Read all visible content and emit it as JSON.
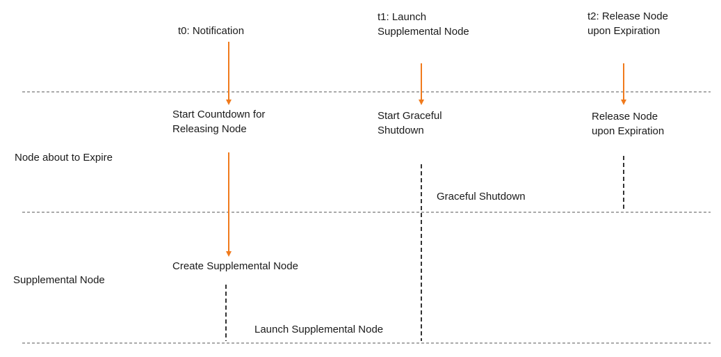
{
  "colors": {
    "arrow": "#f07a1c",
    "separator": "#555555",
    "marker": "#333333",
    "text": "#1a1a1a"
  },
  "events": {
    "t0": "t0: Notification",
    "t1": [
      "t1: Launch",
      "Supplemental Node"
    ],
    "t2": [
      "t2: Release Node",
      "upon Expiration"
    ]
  },
  "lanes": {
    "node_about_to_expire": "Node about to Expire",
    "supplemental_node": "Supplemental Node"
  },
  "actions": {
    "start_countdown": [
      "Start Countdown for",
      "Releasing Node"
    ],
    "start_graceful_shutdown": [
      "Start Graceful",
      "Shutdown"
    ],
    "release_node": [
      "Release Node",
      "upon Expiration"
    ],
    "create_supplemental_node": "Create Supplemental Node"
  },
  "phases": {
    "graceful_shutdown": "Graceful Shutdown",
    "launch_supplemental_node": "Launch Supplemental Node"
  }
}
